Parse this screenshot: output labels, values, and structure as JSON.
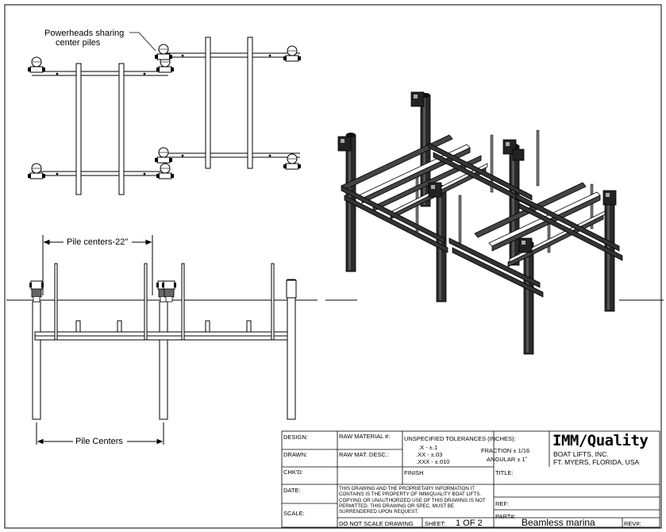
{
  "annotations": {
    "powerheads": [
      "Powerheads sharing",
      "center piles"
    ],
    "pile_centers_22": "Pile centers-22\"",
    "pile_centers": "Pile Centers"
  },
  "title_block": {
    "design": "DESIGN:",
    "drawn": "DRAWN:",
    "chkd": "CHK'D:",
    "date": "DATE:",
    "scale": "SCALE:",
    "raw_material": "RAW MATERIAL #:",
    "raw_mat_desc": "RAW MAT. DESC.:",
    "tolerances_title": "UNSPECIFIED TOLERANCES (INCHES):",
    "tol_x": ".X    -  ±.1",
    "tol_xx": ".XX    -     ±.03",
    "tol_xxx": ".XXX  -     ±.010",
    "tol_fraction": "FRACTION ± 1/16",
    "tol_angular": "ANGULAR ± 1˚",
    "company_name": "IMM/Quality",
    "company_sub": "BOAT LIFTS, INC.",
    "company_city": "FT. MYERS, FLORIDA, USA",
    "finish": "FINISH",
    "title_label": "TITLE:",
    "proprietary": "THIS DRAWING AND THE PROPRIETARY INFORMATION IT CONTAINS IS THE PROPERTY OF IMM/QUALITY BOAT LIFTS. COPYING OR UNAUTHORIZED USE OF THIS DRAWING IS NOT PERMITTED. THIS DRAWING OR SPEC. MUST BE SURRENDERED UPON REQUEST.",
    "ref": "REF:",
    "do_not_scale": "DO NOT SCALE DRAWING",
    "sheet_label": "SHEET:",
    "sheet_value": "1 OF 2",
    "part_label": "PART#:",
    "part_value": "Beamless marina",
    "rev": "REV#:"
  }
}
